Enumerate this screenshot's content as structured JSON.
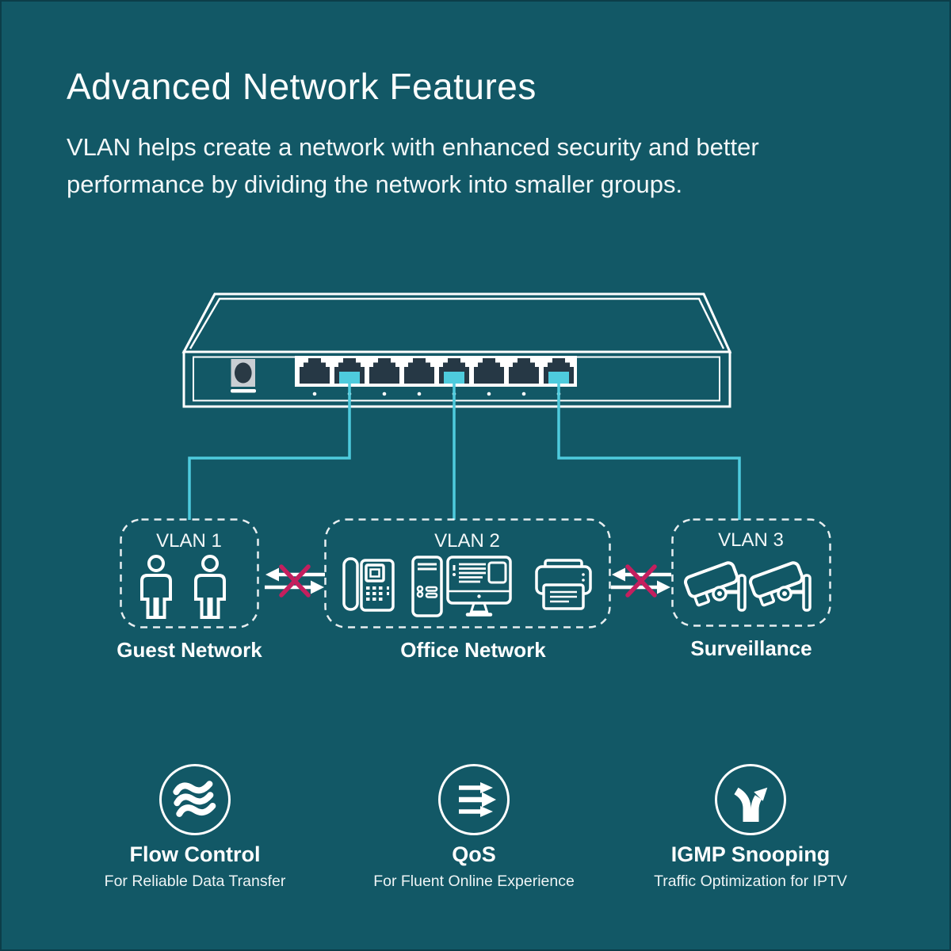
{
  "colors": {
    "background": "#125866",
    "outline_white": "#ffffff",
    "cable_cyan": "#4ecbdd",
    "port_dark": "#263845",
    "power_gray": "#c9ced3",
    "blocked_magenta": "#c41f5e"
  },
  "header": {
    "title": "Advanced Network Features",
    "subtitle_line1": "VLAN helps create a network with enhanced security and better",
    "subtitle_line2": "performance by dividing the network into smaller groups."
  },
  "switch": {
    "description": "8-port desktop network switch, rear view",
    "ports_total": 8,
    "connected_port_numbers": [
      2,
      5,
      8
    ],
    "icons": [
      "power-socket-icon",
      "rj45-port-icon",
      "led-dot"
    ]
  },
  "vlans": [
    {
      "label": "VLAN 1",
      "caption": "Guest Network",
      "device_icons": [
        "person-icon",
        "person-icon"
      ]
    },
    {
      "label": "VLAN 2",
      "caption": "Office Network",
      "device_icons": [
        "ip-phone-icon",
        "pc-tower-icon",
        "monitor-icon",
        "printer-icon"
      ]
    },
    {
      "label": "VLAN 3",
      "caption": "Surveillance",
      "device_icons": [
        "cctv-camera-icon",
        "cctv-camera-icon"
      ]
    }
  ],
  "isolation_markers": [
    {
      "icon": "blocked-traffic-icon",
      "between": [
        "VLAN 1",
        "VLAN 2"
      ]
    },
    {
      "icon": "blocked-traffic-icon",
      "between": [
        "VLAN 2",
        "VLAN 3"
      ]
    }
  ],
  "features": [
    {
      "title": "Flow Control",
      "subtitle": "For Reliable Data Transfer",
      "icon": "waves-icon"
    },
    {
      "title": "QoS",
      "subtitle": "For Fluent Online Experience",
      "icon": "priority-arrows-icon"
    },
    {
      "title": "IGMP Snooping",
      "subtitle": "Traffic Optimization for IPTV",
      "icon": "branch-road-icon"
    }
  ]
}
